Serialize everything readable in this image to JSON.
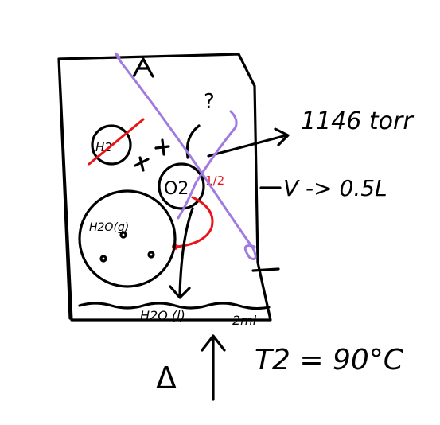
{
  "labels": {
    "h2": "H2",
    "o2": "O2",
    "h2o_gas": "H2O(g)",
    "h2o_liquid": "H2O (l)",
    "liquid_volume": "2ml",
    "pressure": "1146 torr",
    "volume": "V -> 0.5L",
    "temperature": "T2 = 90°C",
    "half_fraction": "1/2",
    "question_mark": "?",
    "heat_symbol": "Δ"
  },
  "colors": {
    "ink": "#000000",
    "red_annotation": "#e8141a",
    "purple_annotation": "#a07ae0"
  }
}
